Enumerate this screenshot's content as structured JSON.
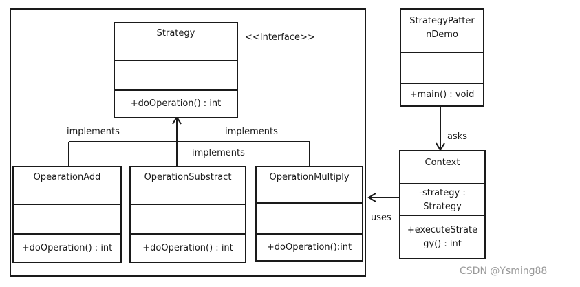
{
  "diagram": {
    "interface_stereotype": "<<Interface>>",
    "strategy": {
      "name": "Strategy",
      "method": "+doOperation() : int"
    },
    "op_add": {
      "name": "OpearationAdd",
      "method": "+doOperation() : int"
    },
    "op_sub": {
      "name": "OperationSubstract",
      "method": "+doOperation() : int"
    },
    "op_mul": {
      "name": "OperationMultiply",
      "method": "+doOperation():int"
    },
    "demo": {
      "name_line1": "StrategyPatter",
      "name_line2": "nDemo",
      "method": "+main() : void"
    },
    "context": {
      "name": "Context",
      "attr_line1": "-strategy :",
      "attr_line2": "Strategy",
      "method_line1": "+executeStrate",
      "method_line2": "gy() : int"
    },
    "labels": {
      "implements_left": "implements",
      "implements_right": "implements",
      "implements_center": "implements",
      "asks": "asks",
      "uses": "uses"
    }
  },
  "watermark": "CSDN @Ysming88"
}
